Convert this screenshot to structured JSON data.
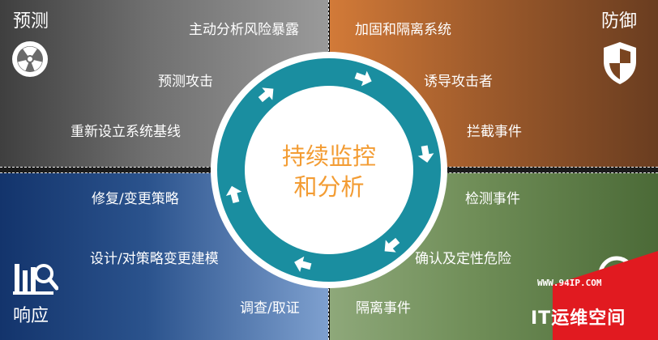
{
  "quadrants": {
    "predict": {
      "title": "预测",
      "items": [
        "主动分析风险暴露",
        "预测攻击",
        "重新设立系统基线"
      ]
    },
    "prevent": {
      "title": "防御",
      "items": [
        "加固和隔离系统",
        "诱导攻击者",
        "拦截事件"
      ]
    },
    "respond": {
      "title": "响应",
      "items": [
        "修复/变更策略",
        "设计/对策略变更建模",
        "调查/取证"
      ]
    },
    "detect": {
      "items": [
        "检测事件",
        "确认及定性危险",
        "隔离事件"
      ]
    }
  },
  "center": {
    "line1": "持续监控",
    "line2": "和分析"
  },
  "watermark": {
    "url": "WWW.94IP.COM",
    "brand": "IT运维空间"
  },
  "colors": {
    "ring": "#1a8ea0",
    "center_text": "#f39c33",
    "predict": "#6f6f6f",
    "prevent": "#a05c2c",
    "respond": "#2b538d",
    "detect": "#6f8d57",
    "watermark": "#e11a20"
  },
  "icons": {
    "predict": "radiation-icon",
    "prevent": "shield-icon",
    "respond": "analytics-icon",
    "detect": "target-icon"
  }
}
